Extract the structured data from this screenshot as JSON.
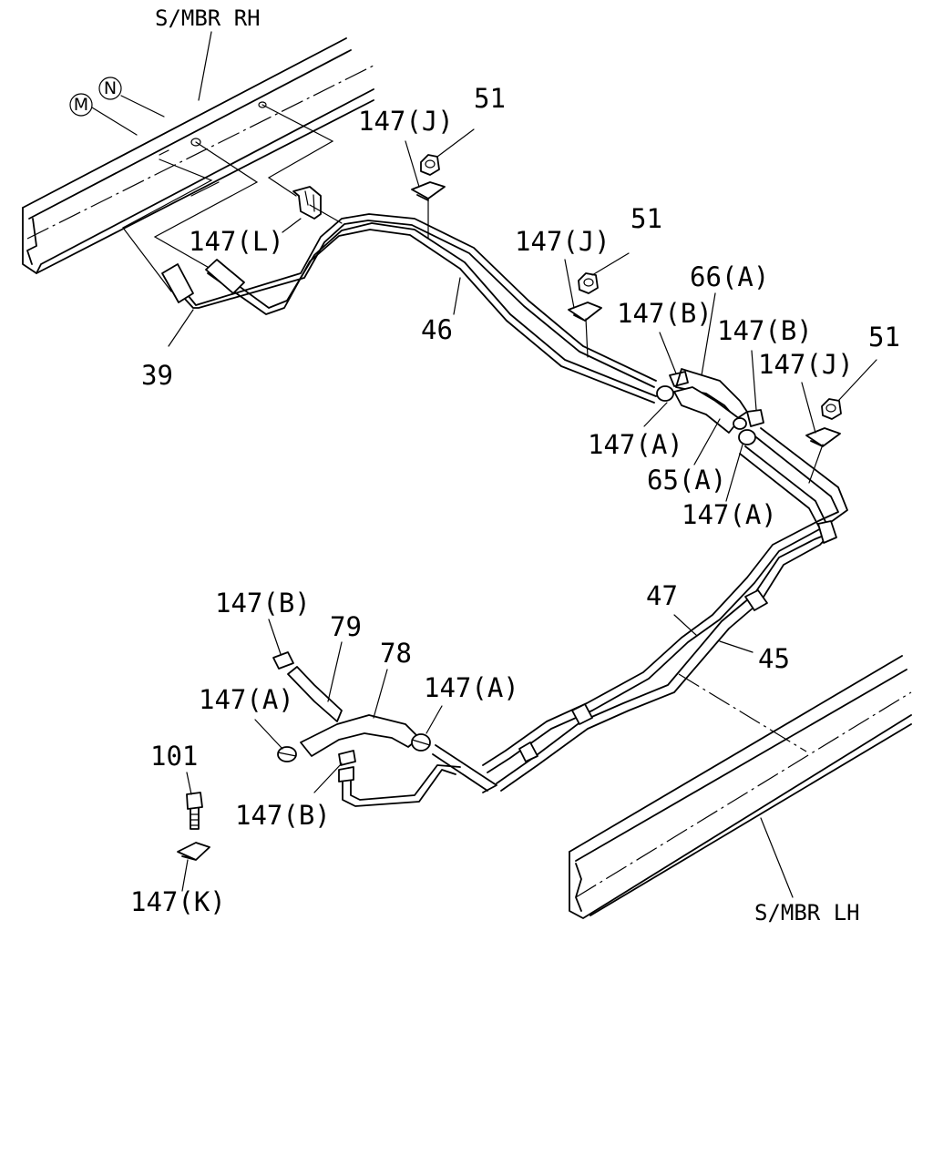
{
  "diagram": {
    "frame_labels": {
      "rh": "S/MBR RH",
      "lh": "S/MBR LH"
    },
    "markers": [
      "M",
      "N"
    ],
    "callouts": {
      "p39": "39",
      "p46": "46",
      "p47": "47",
      "p45": "45",
      "p79": "79",
      "p78": "78",
      "p101": "101",
      "p51a": "51",
      "p51b": "51",
      "p51c": "51",
      "p66a": "66(A)",
      "p65a": "65(A)",
      "p147j_1": "147(J)",
      "p147j_2": "147(J)",
      "p147j_3": "147(J)",
      "p147l": "147(L)",
      "p147b_1": "147(B)",
      "p147b_2": "147(B)",
      "p147b_3": "147(B)",
      "p147b_4": "147(B)",
      "p147a_1": "147(A)",
      "p147a_2": "147(A)",
      "p147a_3": "147(A)",
      "p147a_4": "147(A)",
      "p147k": "147(K)"
    }
  }
}
